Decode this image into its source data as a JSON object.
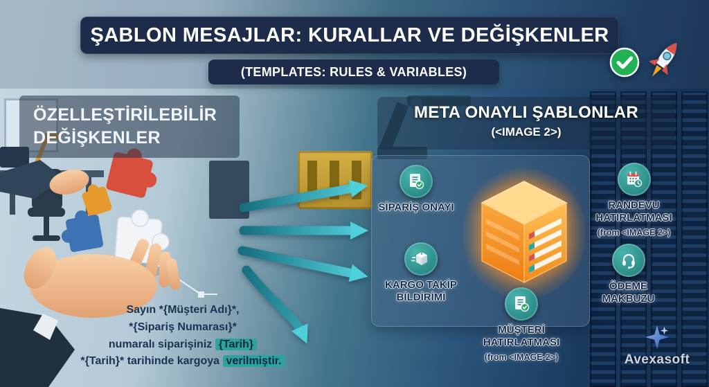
{
  "header": {
    "title": "ŞABLON MESAJLAR: KURALLAR VE DEĞİŞKENLER",
    "subtitle": "(TEMPLATES: RULES & VARIABLES)"
  },
  "badges": {
    "check_icon": "check-circle",
    "rocket_icon": "rocket"
  },
  "left": {
    "heading": "ÖZELLEŞTİRİLEBİLİR DEĞİŞKENLER",
    "message": {
      "l1a": "Sayın *{Müşteri Adı}*,",
      "l2a": "*{Sipariş Numarası}*",
      "l3a": "numaralı siparişiniz ",
      "l3b": "{Tarih}",
      "l4a": "*{Tarih}* tarihinde kargoya ",
      "l4b": "verilmiştir."
    }
  },
  "right": {
    "heading": "META ONAYLI ŞABLONLAR",
    "subheading": "(<IMAGE 2>)",
    "items": [
      {
        "label": "SİPARİŞ ONAYI",
        "note": "",
        "icon": "document-check-icon"
      },
      {
        "label": "RANDEVU HATIRLATMASI",
        "note": "(from <IMAGE 2>)",
        "icon": "calendar-clock-icon"
      },
      {
        "label": "KARGO TAKİP BİLDİRİMİ",
        "note": "",
        "icon": "package-icon"
      },
      {
        "label": "ÖDEME MAKBUZU",
        "note": "",
        "icon": "headset-icon"
      },
      {
        "label": "MÜŞTERİ HATIRLATMASI",
        "note": "(from <IMAGE-2>)",
        "icon": "document-check-icon"
      }
    ]
  },
  "brand": {
    "name": "Avexasoft"
  },
  "colors": {
    "navy": "#1d2c4b",
    "accent_teal": "#2ca49c",
    "arrow_teal": "#4ecfd9",
    "cube_orange": "#f79a23",
    "check_green": "#21b353"
  }
}
